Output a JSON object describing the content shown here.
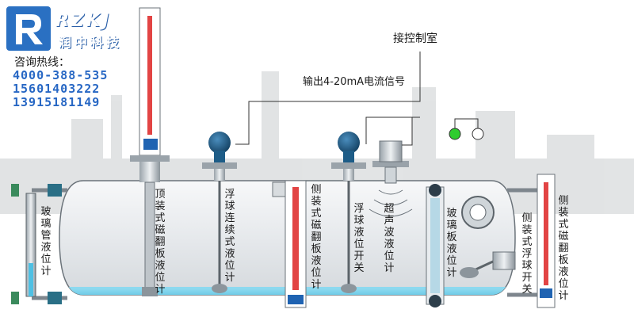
{
  "brand": {
    "logo_letters": "RZKJ",
    "name_cn": "润中科技",
    "hotline_label": "咨询热线：",
    "phones": [
      "4000-388-535",
      "15601403222",
      "13915181149"
    ]
  },
  "annotations": {
    "control_room": "接控制室",
    "signal": "输出4-20mA电流信号"
  },
  "instruments": [
    {
      "key": "glass_tube",
      "label": "玻璃管液位计"
    },
    {
      "key": "top_magnetic",
      "label": "顶装式磁翻板液位计"
    },
    {
      "key": "float_continuous",
      "label": "浮球连续式液位计"
    },
    {
      "key": "side_magnetic",
      "label": "侧装式磁翻板液位计"
    },
    {
      "key": "float_switch",
      "label": "浮球液位开关"
    },
    {
      "key": "ultrasonic",
      "label": "超声波液位计"
    },
    {
      "key": "glass_plate",
      "label": "玻璃板液位计"
    },
    {
      "key": "side_float_switch",
      "label": "侧装式浮球开关"
    },
    {
      "key": "side_magnetic_right",
      "label": "侧装式磁翻板液位计"
    }
  ],
  "colors": {
    "accent": "#1e5fb3",
    "phone": "#2767c4",
    "liquid": "#5ec8e6",
    "tank": "#eef0f2",
    "indicator_on": "#2ecc2e",
    "indicator_off": "#ffffff",
    "transmitter": "#1d5c87"
  },
  "icons": [
    "logo-mark-icon",
    "indicator-lamp-icon",
    "transmitter-head-icon"
  ]
}
